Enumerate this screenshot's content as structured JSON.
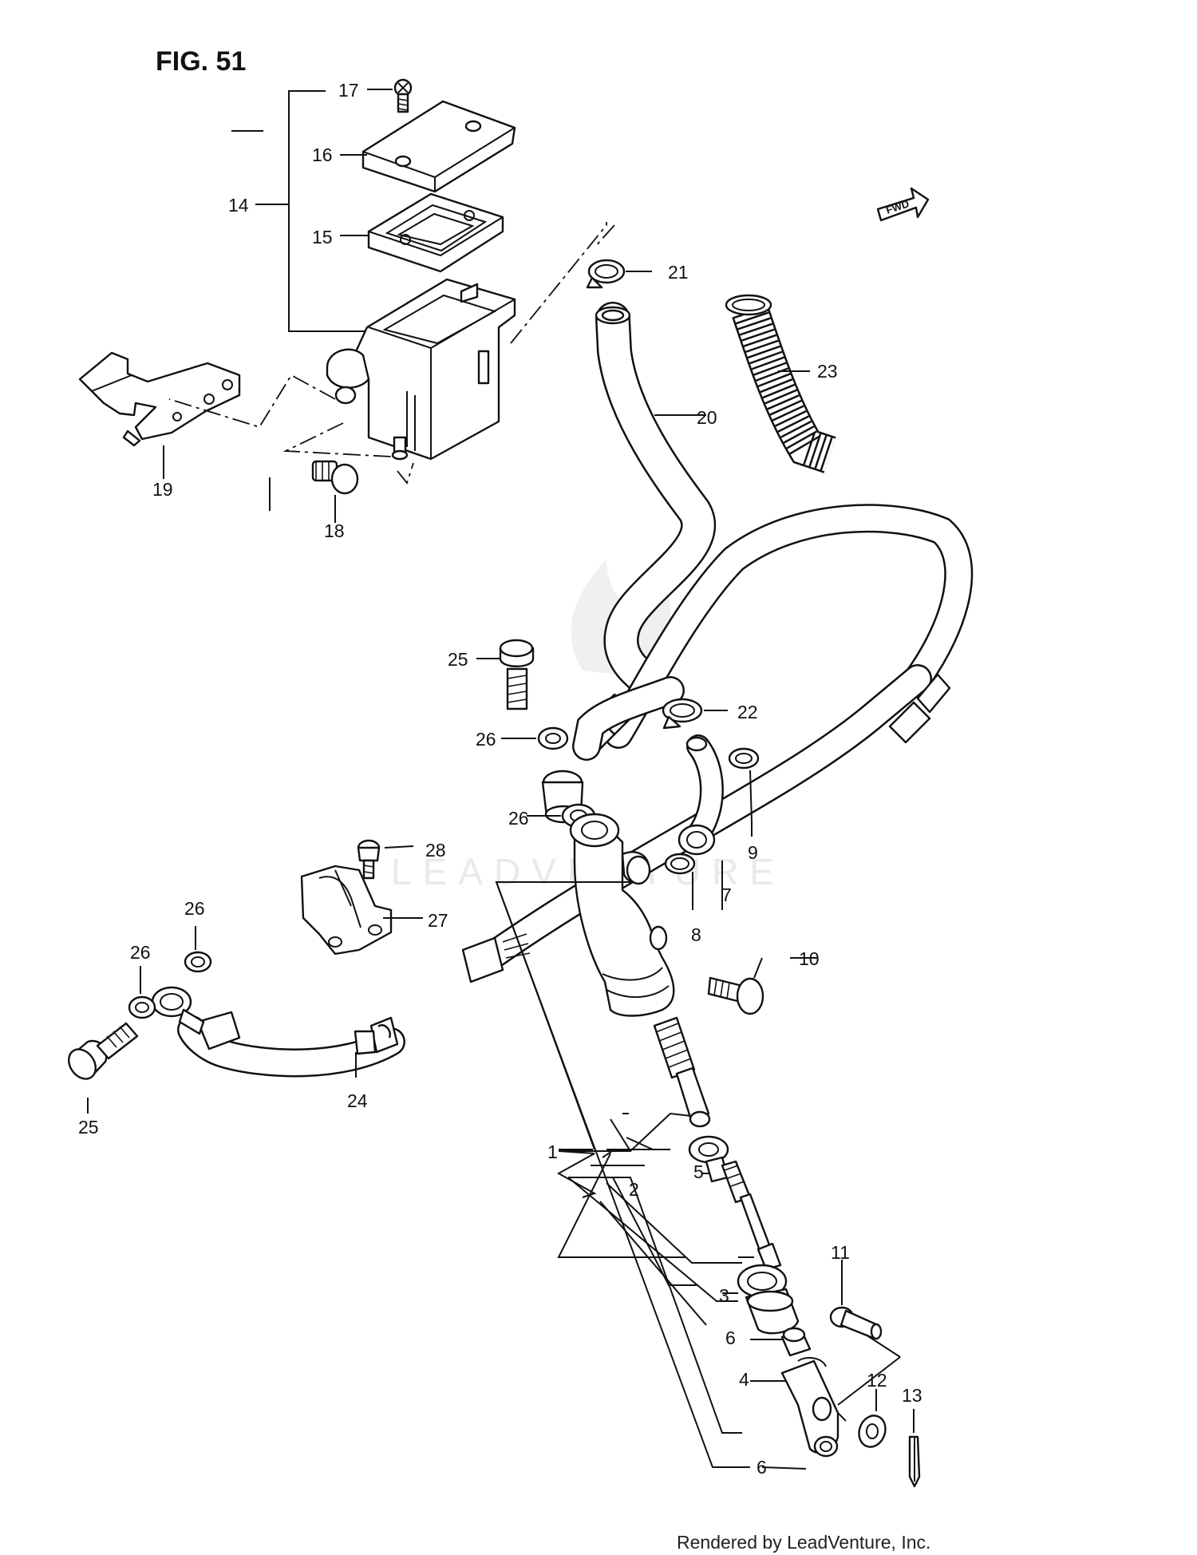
{
  "figure": {
    "title": "FIG. 51",
    "fwd_label": "FWD",
    "footer": "Rendered by LeadVenture, Inc.",
    "watermark": "LEADVENTURE"
  },
  "callouts": [
    "1",
    "2",
    "3",
    "4",
    "5",
    "6",
    "6",
    "7",
    "8",
    "9",
    "10",
    "11",
    "12",
    "13",
    "14",
    "15",
    "16",
    "17",
    "18",
    "19",
    "20",
    "21",
    "22",
    "23",
    "24",
    "25",
    "25",
    "26",
    "26",
    "26",
    "26",
    "27",
    "28"
  ]
}
